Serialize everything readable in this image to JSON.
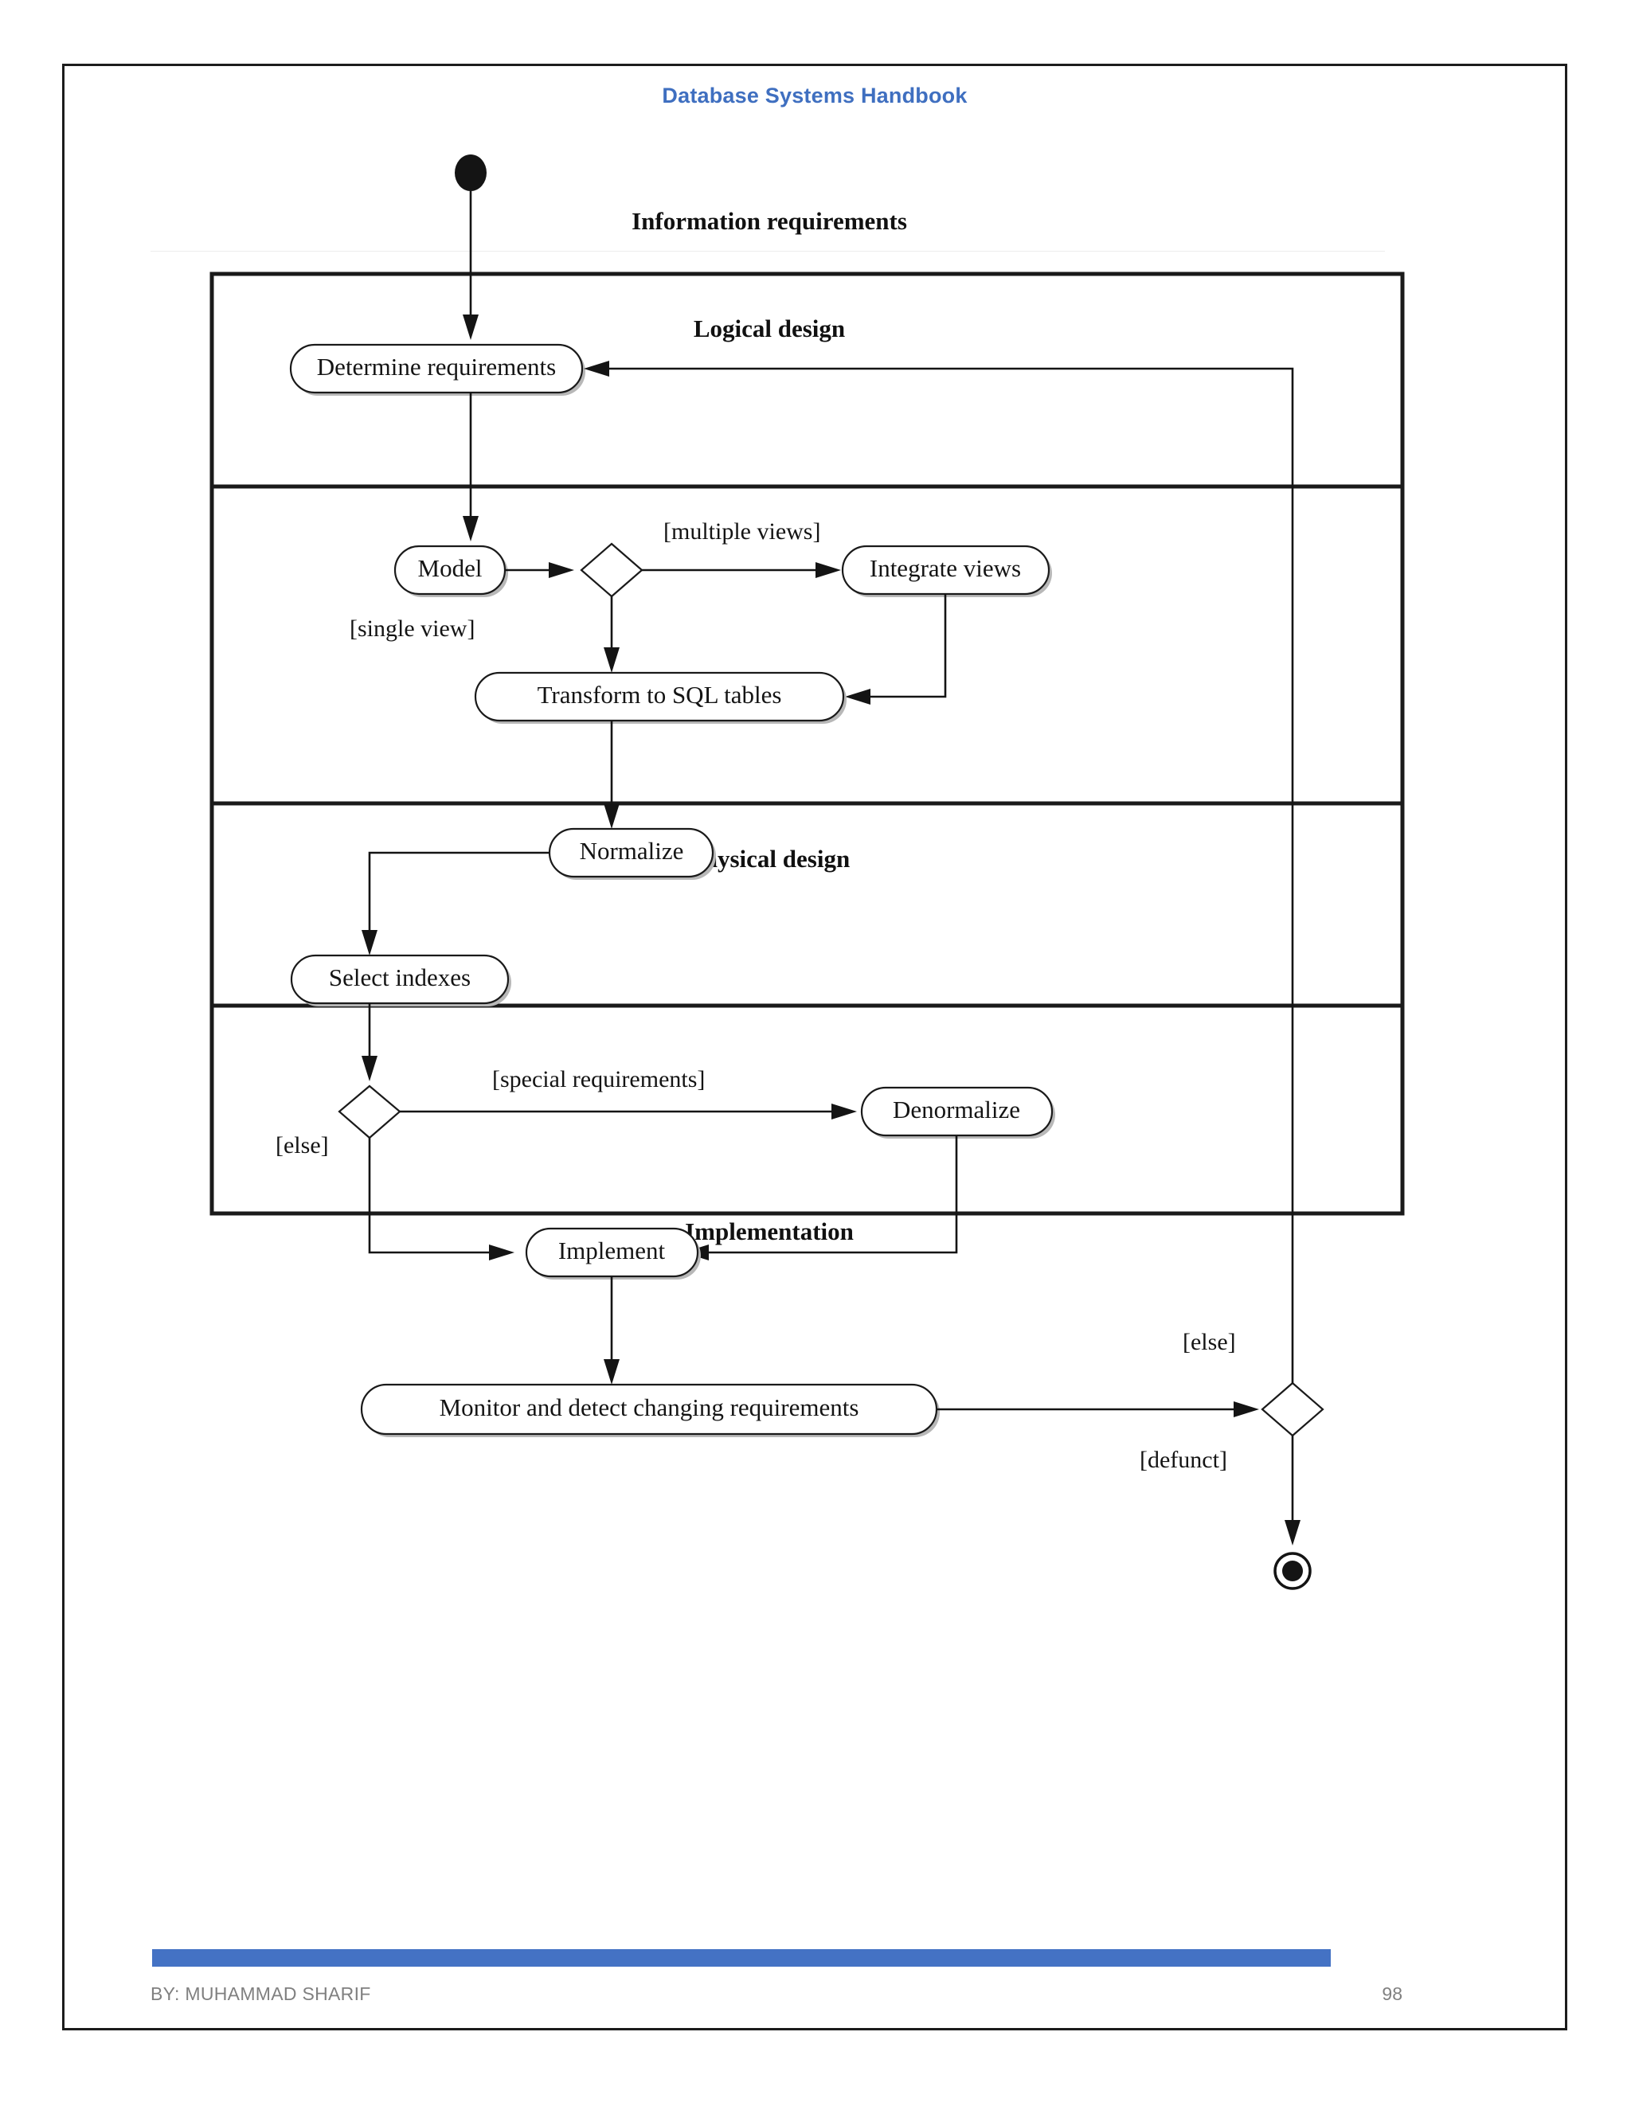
{
  "document": {
    "title": "Database Systems Handbook",
    "title_color": "#3f6fc0",
    "footer_author": "BY: MUHAMMAD SHARIF",
    "page_number": "98",
    "footer_bar_color": "#4472c4"
  },
  "diagram": {
    "type": "uml-activity-diagram",
    "swimlanes": [
      {
        "id": "information-requirements",
        "title": "Information requirements"
      },
      {
        "id": "logical-design",
        "title": "Logical design"
      },
      {
        "id": "physical-design",
        "title": "Physical design"
      },
      {
        "id": "implementation",
        "title": "Implementation"
      }
    ],
    "activities": [
      {
        "id": "determine-requirements",
        "label": "Determine requirements",
        "lane": "information-requirements"
      },
      {
        "id": "model",
        "label": "Model",
        "lane": "logical-design"
      },
      {
        "id": "integrate-views",
        "label": "Integrate views",
        "lane": "logical-design"
      },
      {
        "id": "transform-to-sql-tables",
        "label": "Transform to SQL tables",
        "lane": "logical-design"
      },
      {
        "id": "normalize",
        "label": "Normalize",
        "lane": "logical-design"
      },
      {
        "id": "select-indexes",
        "label": "Select indexes",
        "lane": "physical-design"
      },
      {
        "id": "denormalize",
        "label": "Denormalize",
        "lane": "physical-design"
      },
      {
        "id": "implement",
        "label": "Implement",
        "lane": "implementation"
      },
      {
        "id": "monitor-and-detect",
        "label": "Monitor and detect changing requirements",
        "lane": "implementation"
      }
    ],
    "decisions": [
      {
        "id": "views-decision",
        "lane": "logical-design"
      },
      {
        "id": "requirements-decision",
        "lane": "physical-design"
      },
      {
        "id": "defunct-decision",
        "lane": "implementation"
      }
    ],
    "guards": [
      {
        "id": "guard-multiple-views",
        "label": "[multiple views]"
      },
      {
        "id": "guard-single-view",
        "label": "[single view]"
      },
      {
        "id": "guard-special-requirements",
        "label": "[special requirements]"
      },
      {
        "id": "guard-else-physical",
        "label": "[else]"
      },
      {
        "id": "guard-else-final",
        "label": "[else]"
      },
      {
        "id": "guard-defunct",
        "label": "[defunct]"
      }
    ],
    "control_nodes": [
      {
        "id": "initial-node",
        "kind": "initial"
      },
      {
        "id": "final-node",
        "kind": "activity-final"
      }
    ]
  }
}
